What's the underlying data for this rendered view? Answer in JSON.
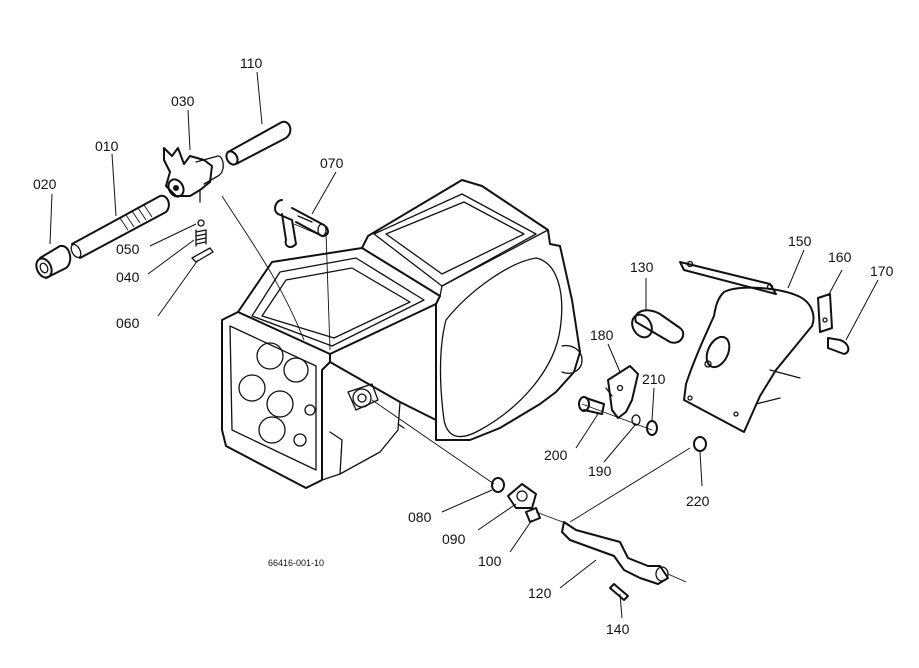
{
  "labels": {
    "p010": "010",
    "p020": "020",
    "p030": "030",
    "p040": "040",
    "p050": "050",
    "p060": "060",
    "p070": "070",
    "p080": "080",
    "p090": "090",
    "p100": "100",
    "p110": "110",
    "p120": "120",
    "p130": "130",
    "p140": "140",
    "p150": "150",
    "p160": "160",
    "p170": "170",
    "p180": "180",
    "p190": "190",
    "p200": "200",
    "p210": "210",
    "p220": "220"
  },
  "drawing_reference": "66416-001-10"
}
